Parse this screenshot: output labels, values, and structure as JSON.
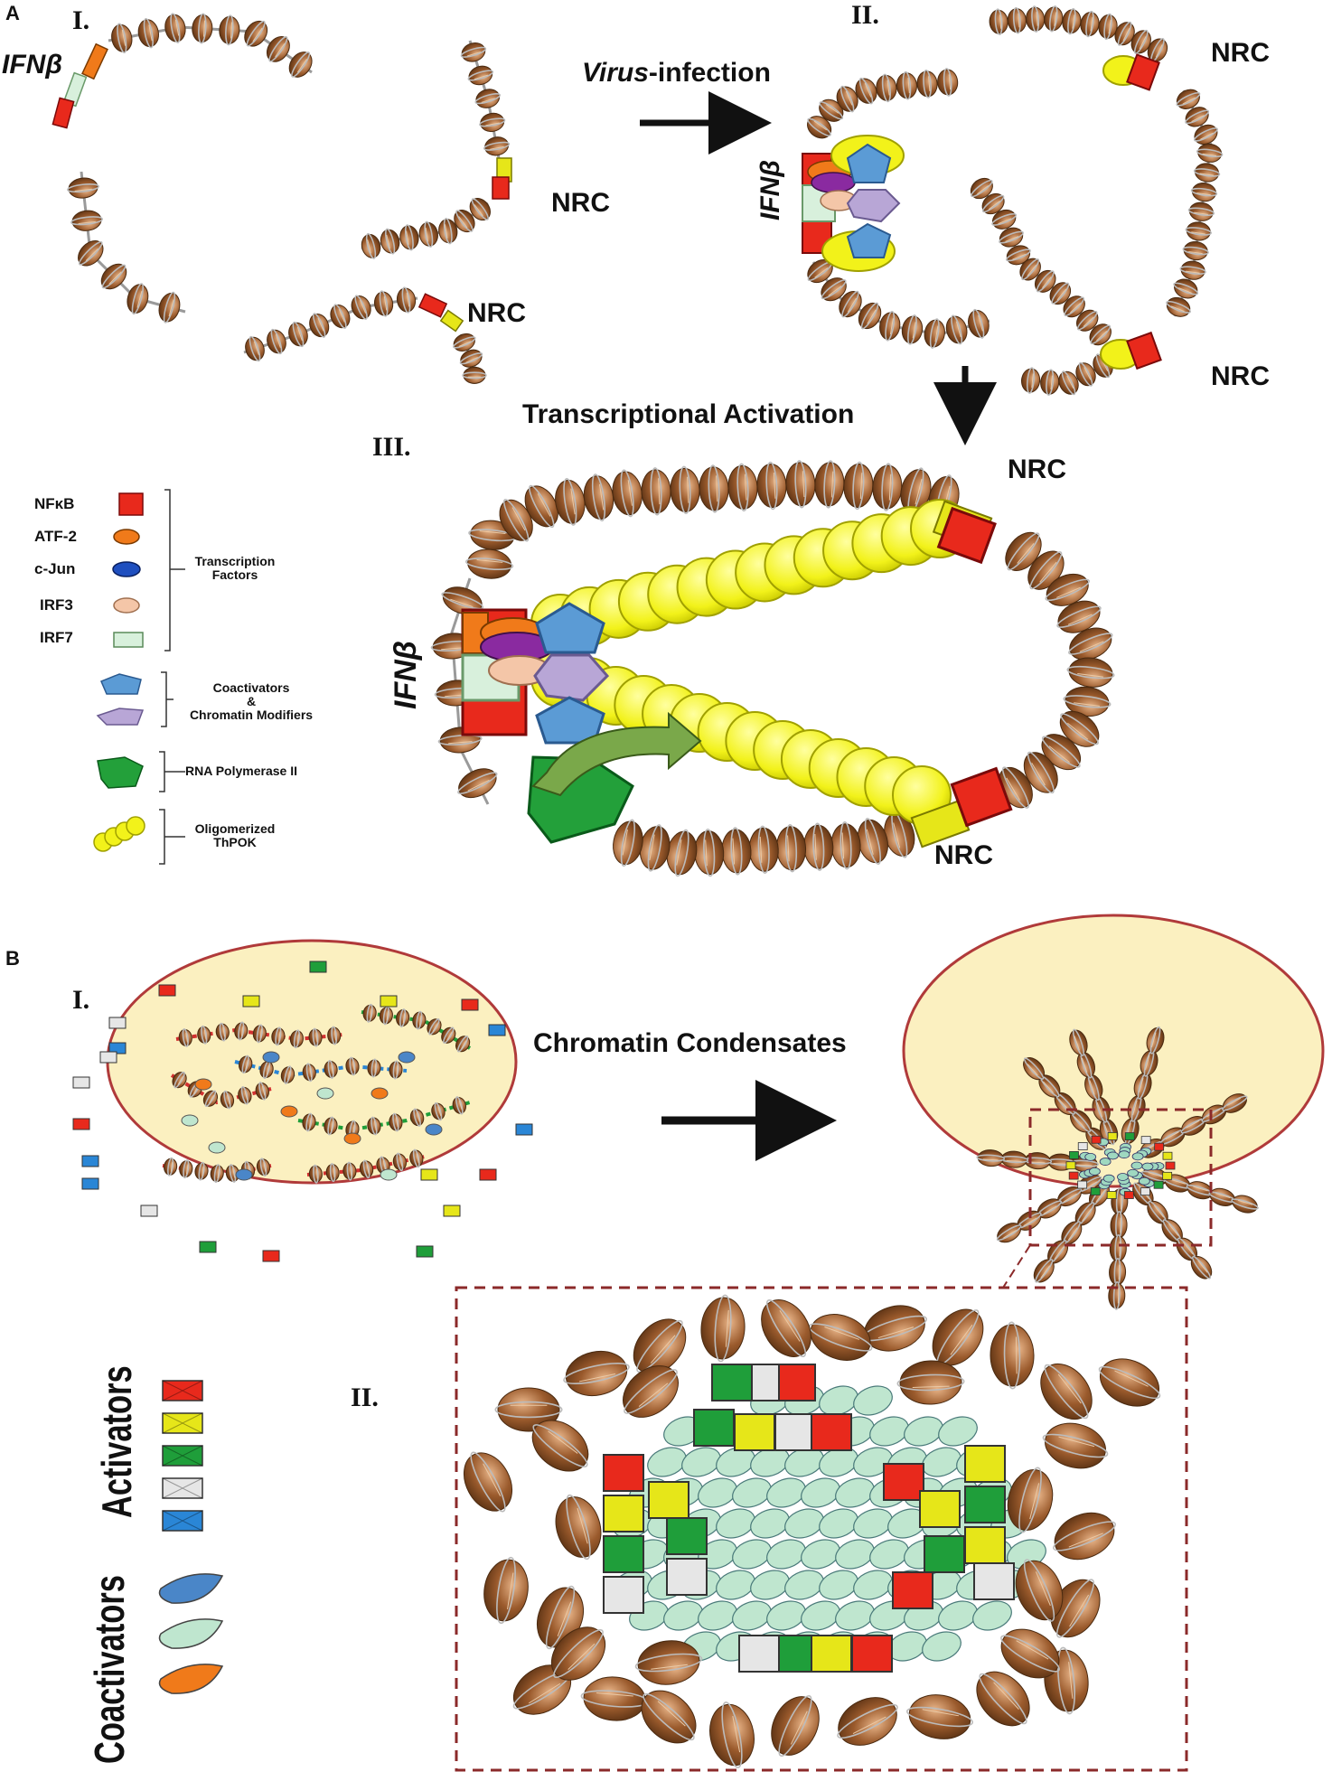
{
  "panels": {
    "a": "A",
    "b": "B"
  },
  "roman": {
    "i": "I.",
    "ii": "II.",
    "iii": "III.",
    "bi": "I.",
    "bii": "II."
  },
  "gene": "IFNβ",
  "nrc": "NRC",
  "arrows": {
    "virus_italic": "Virus",
    "virus_rest": "-infection",
    "transcriptional": "Transcriptional Activation",
    "condensates": "Chromatin Condensates"
  },
  "legend_a": {
    "items": [
      {
        "label": "NFκB",
        "color": "#e8291c",
        "icon": "red-square-icon"
      },
      {
        "label": "ATF-2",
        "color": "#f07a1a",
        "icon": "orange-oval-icon"
      },
      {
        "label": "c-Jun",
        "color": "#1f4fbf",
        "icon": "blue-oval-icon"
      },
      {
        "label": "IRF3",
        "color": "#f4c6a8",
        "icon": "peach-oval-icon"
      },
      {
        "label": "IRF7",
        "color": "#d8f0dc",
        "icon": "pale-green-rectangle-icon"
      }
    ],
    "group_tf_line1": "Transcription",
    "group_tf_line2": "Factors",
    "coactivators_line1": "Coactivators",
    "coactivators_line2": "&",
    "coactivators_line3": "Chromatin Modifiers",
    "polymerase": "RNA Polymerase II",
    "thpok_line1": "Oligomerized",
    "thpok_line2": "ThPOK"
  },
  "legend_b": {
    "activators": "Activators",
    "coactivators": "Coactivators",
    "activator_colors": [
      "#e8291c",
      "#e6e619",
      "#1f9e3a",
      "#e6e6e6",
      "#2a86d6"
    ],
    "coactivator_colors": [
      "#4a86c8",
      "#bfe6cf",
      "#f07a1a"
    ]
  },
  "colors": {
    "nucleosome": "#9a5a2c",
    "nucleosome_light": "#d9a070",
    "nucleus_fill": "#fbf0c0",
    "nucleus_stroke": "#b03a3a",
    "thpok": "#f2f21a",
    "pentagon_blue": "#5b9bd5",
    "pentagon_purple": "#b8a6d6",
    "polymerase_green": "#23a03a",
    "dashed_box": "#8b2a2a"
  }
}
